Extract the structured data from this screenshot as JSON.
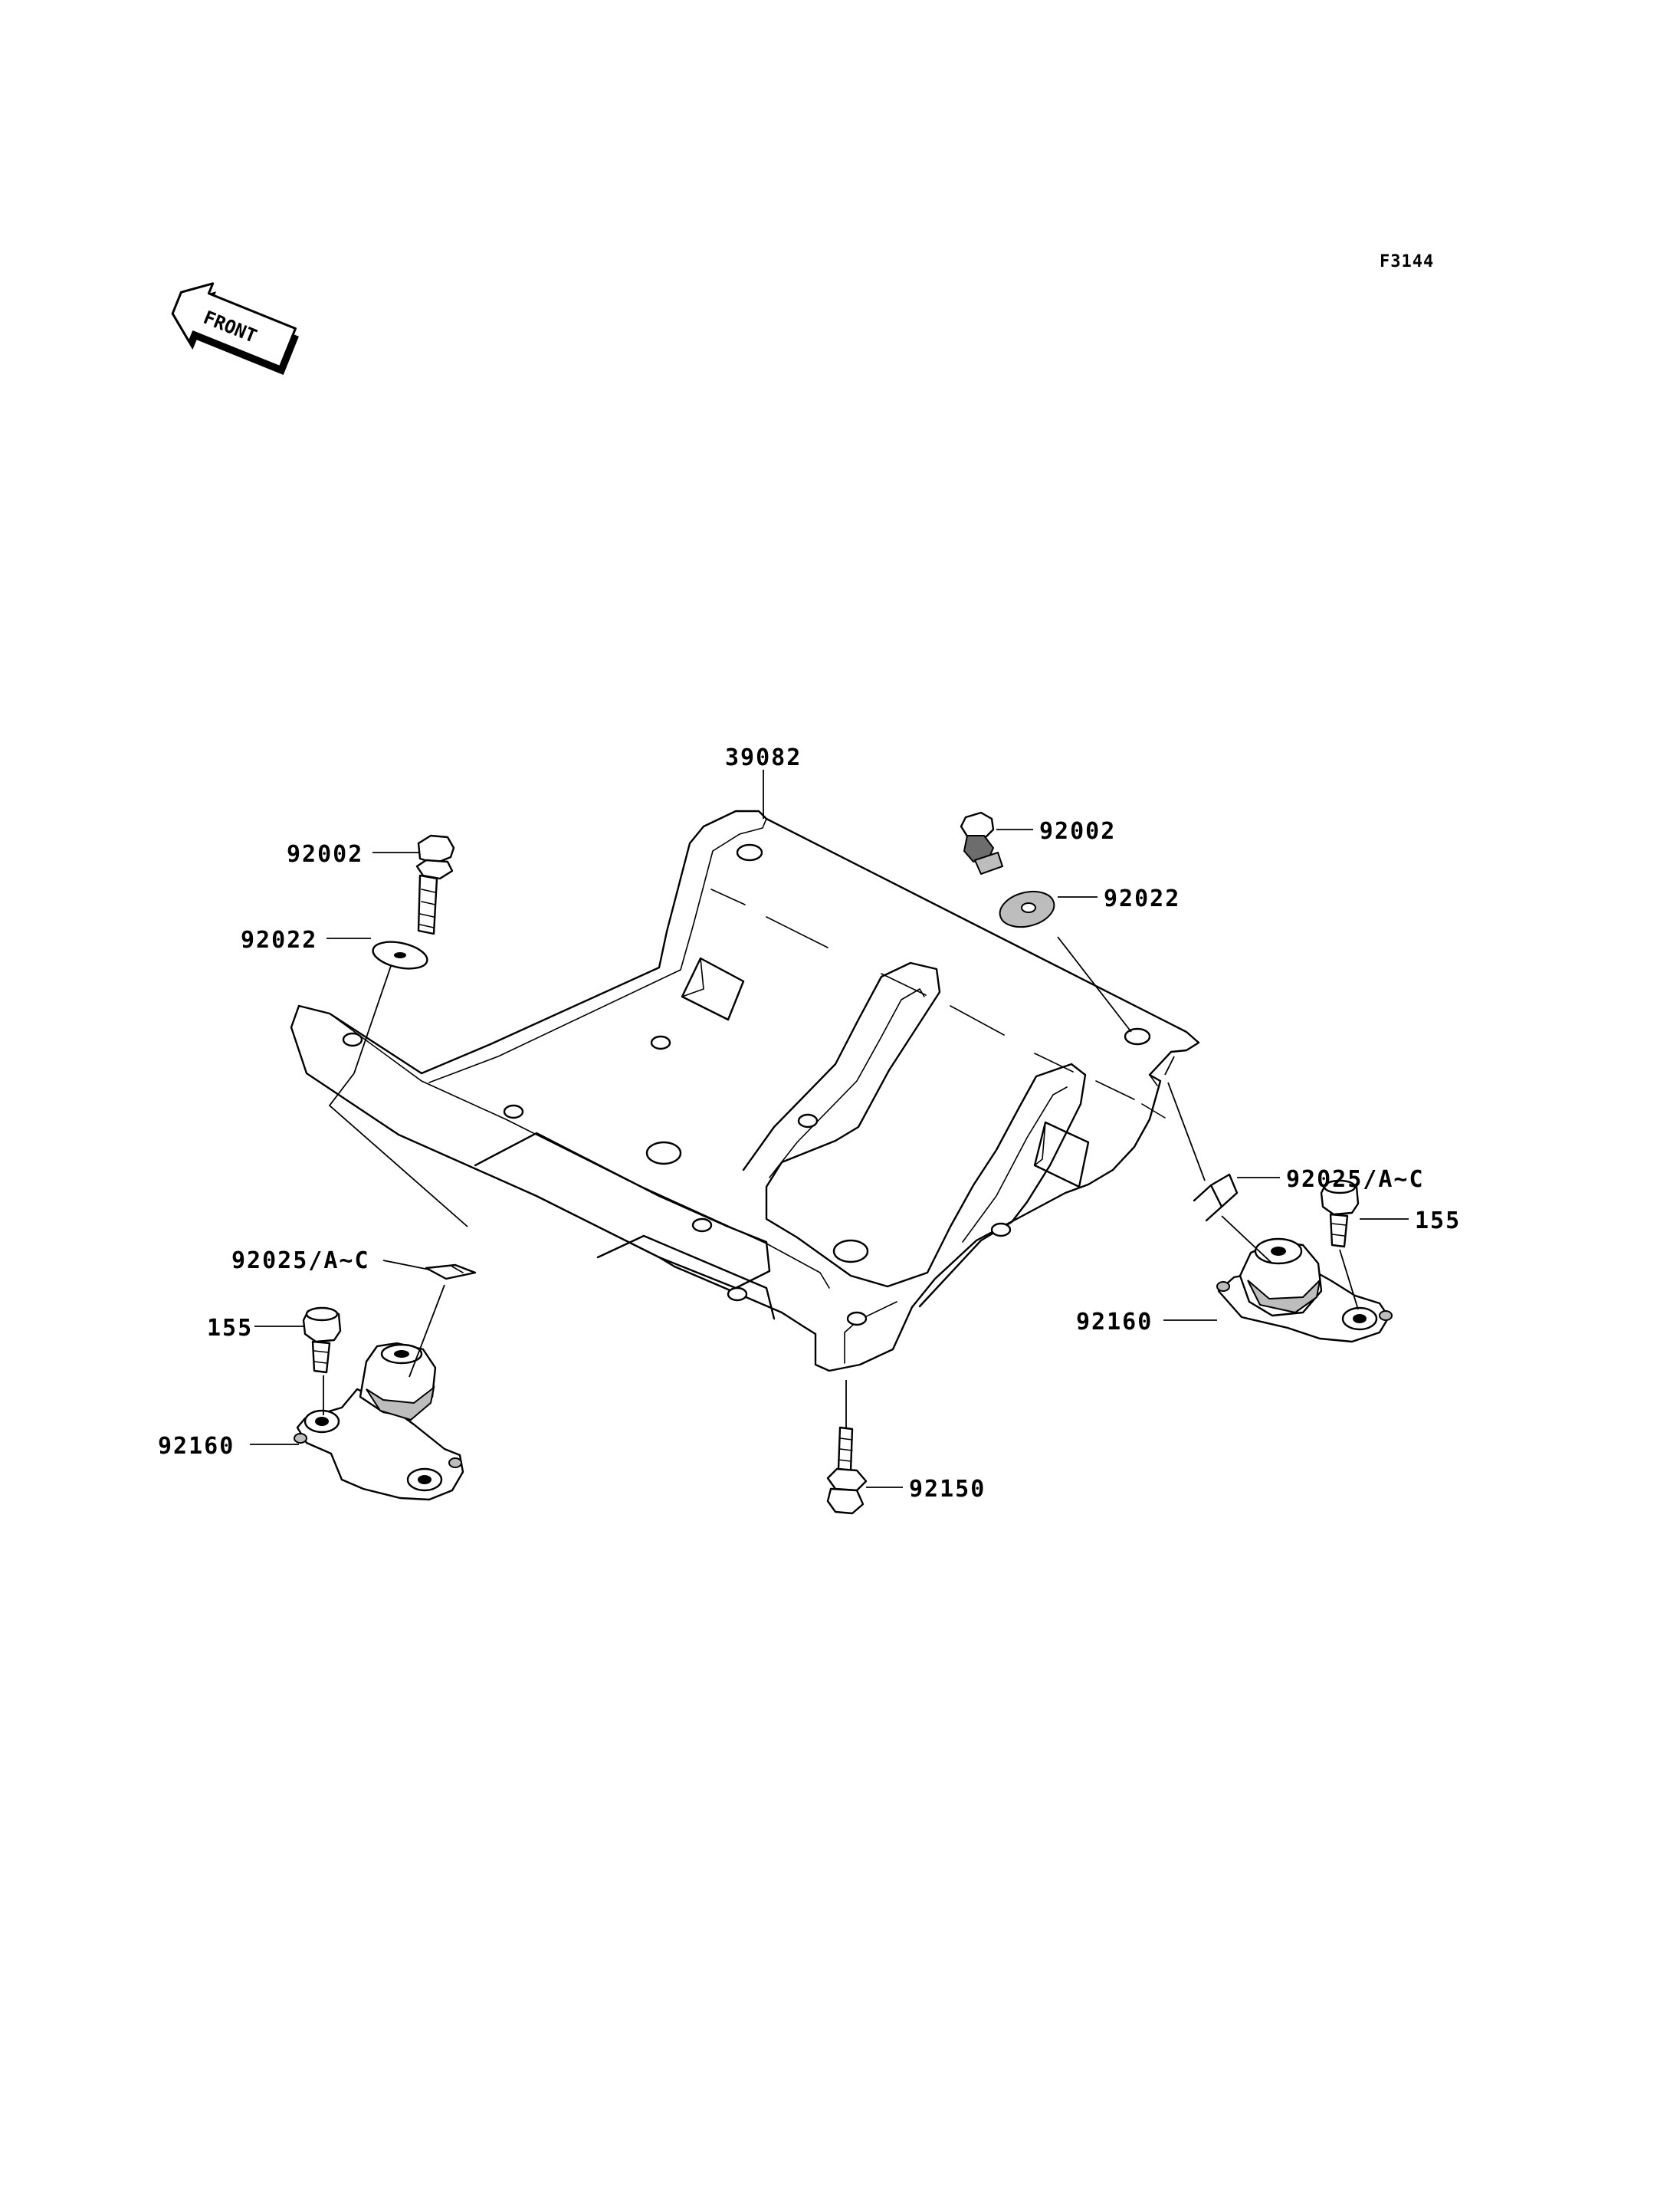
{
  "figure_id": "F3144",
  "front_label": "FRONT",
  "parts": {
    "frame": "39082",
    "bolt_left": "92002",
    "bolt_right": "92002",
    "washer_left": "92022",
    "washer_right": "92022",
    "shim_left": "92025/A~C",
    "shim_right": "92025/A~C",
    "nut_left": "155",
    "nut_right": "155",
    "mount_left": "92160",
    "mount_right": "92160",
    "bolt_bottom": "92150"
  }
}
